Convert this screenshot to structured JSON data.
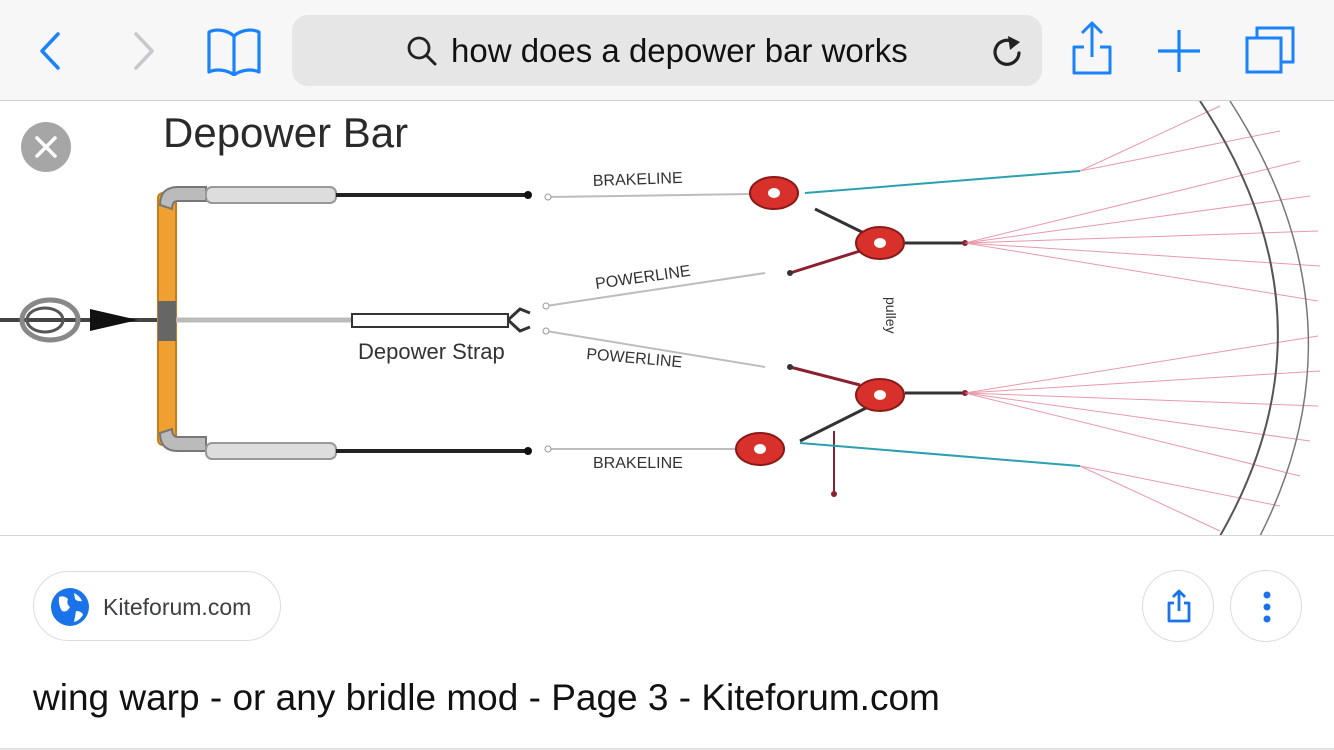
{
  "browser": {
    "url_bar_text": "how does a depower bar works",
    "icons": [
      "back-icon",
      "forward-icon",
      "bookmarks-icon",
      "search-icon",
      "reload-icon",
      "share-icon",
      "new-tab-icon",
      "tabs-icon"
    ]
  },
  "diagram": {
    "title": "Depower Bar",
    "labels": {
      "brakeline_top": "BRAKELINE",
      "powerline_top": "POWERLINE",
      "depower_strap": "Depower Strap",
      "powerline_bottom": "POWERLINE",
      "brakeline_bottom": "BRAKELINE",
      "pulley": "pulley"
    },
    "colors": {
      "bar": "#f0a030",
      "pulley": "#d8302a",
      "kite_bridle": "#e07890",
      "line_cyan": "#2aa0b0"
    }
  },
  "result": {
    "source_name": "Kiteforum.com",
    "title": "wing warp - or any bridle mod - Page 3 - Kiteforum.com"
  },
  "colors": {
    "accent": "#1a82fb",
    "result_accent": "#1a73e8"
  }
}
